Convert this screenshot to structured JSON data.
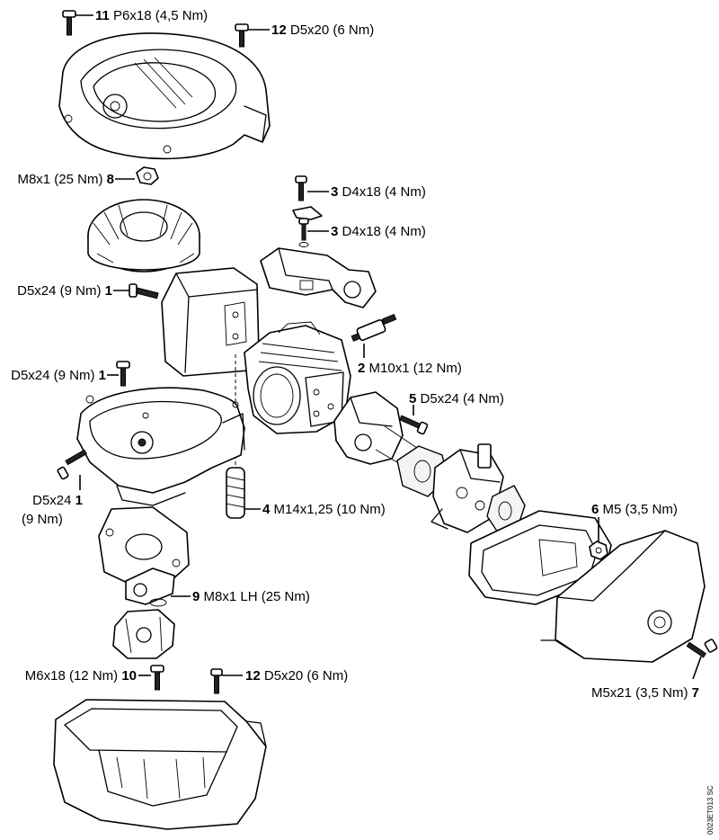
{
  "callouts": [
    {
      "id": "c11",
      "number": "11",
      "spec": "P6x18 (4,5 Nm)"
    },
    {
      "id": "c12a",
      "number": "12",
      "spec": "D5x20 (6 Nm)"
    },
    {
      "id": "c8",
      "number": "8",
      "spec": "M8x1 (25 Nm)"
    },
    {
      "id": "c3a",
      "number": "3",
      "spec": "D4x18 (4 Nm)"
    },
    {
      "id": "c3b",
      "number": "3",
      "spec": "D4x18 (4 Nm)"
    },
    {
      "id": "c1a",
      "number": "1",
      "spec": "D5x24 (9 Nm)"
    },
    {
      "id": "c2",
      "number": "2",
      "spec": "M10x1 (12 Nm)"
    },
    {
      "id": "c1b",
      "number": "1",
      "spec": "D5x24 (9 Nm)"
    },
    {
      "id": "c5",
      "number": "5",
      "spec": "D5x24 (4 Nm)"
    },
    {
      "id": "c1c",
      "number": "1",
      "spec": "D5x24",
      "spec2": "(9 Nm)"
    },
    {
      "id": "c4",
      "number": "4",
      "spec": "M14x1,25 (10 Nm)"
    },
    {
      "id": "c6",
      "number": "6",
      "spec": "M5 (3,5 Nm)"
    },
    {
      "id": "c9",
      "number": "9",
      "spec": "M8x1 LH (25 Nm)"
    },
    {
      "id": "c10",
      "number": "10",
      "spec": "M6x18 (12 Nm)"
    },
    {
      "id": "c12b",
      "number": "12",
      "spec": "D5x20 (6 Nm)"
    },
    {
      "id": "c7",
      "number": "7",
      "spec": "M5x21 (3,5 Nm)"
    }
  ],
  "drawing_code": "0023ET013 SC"
}
